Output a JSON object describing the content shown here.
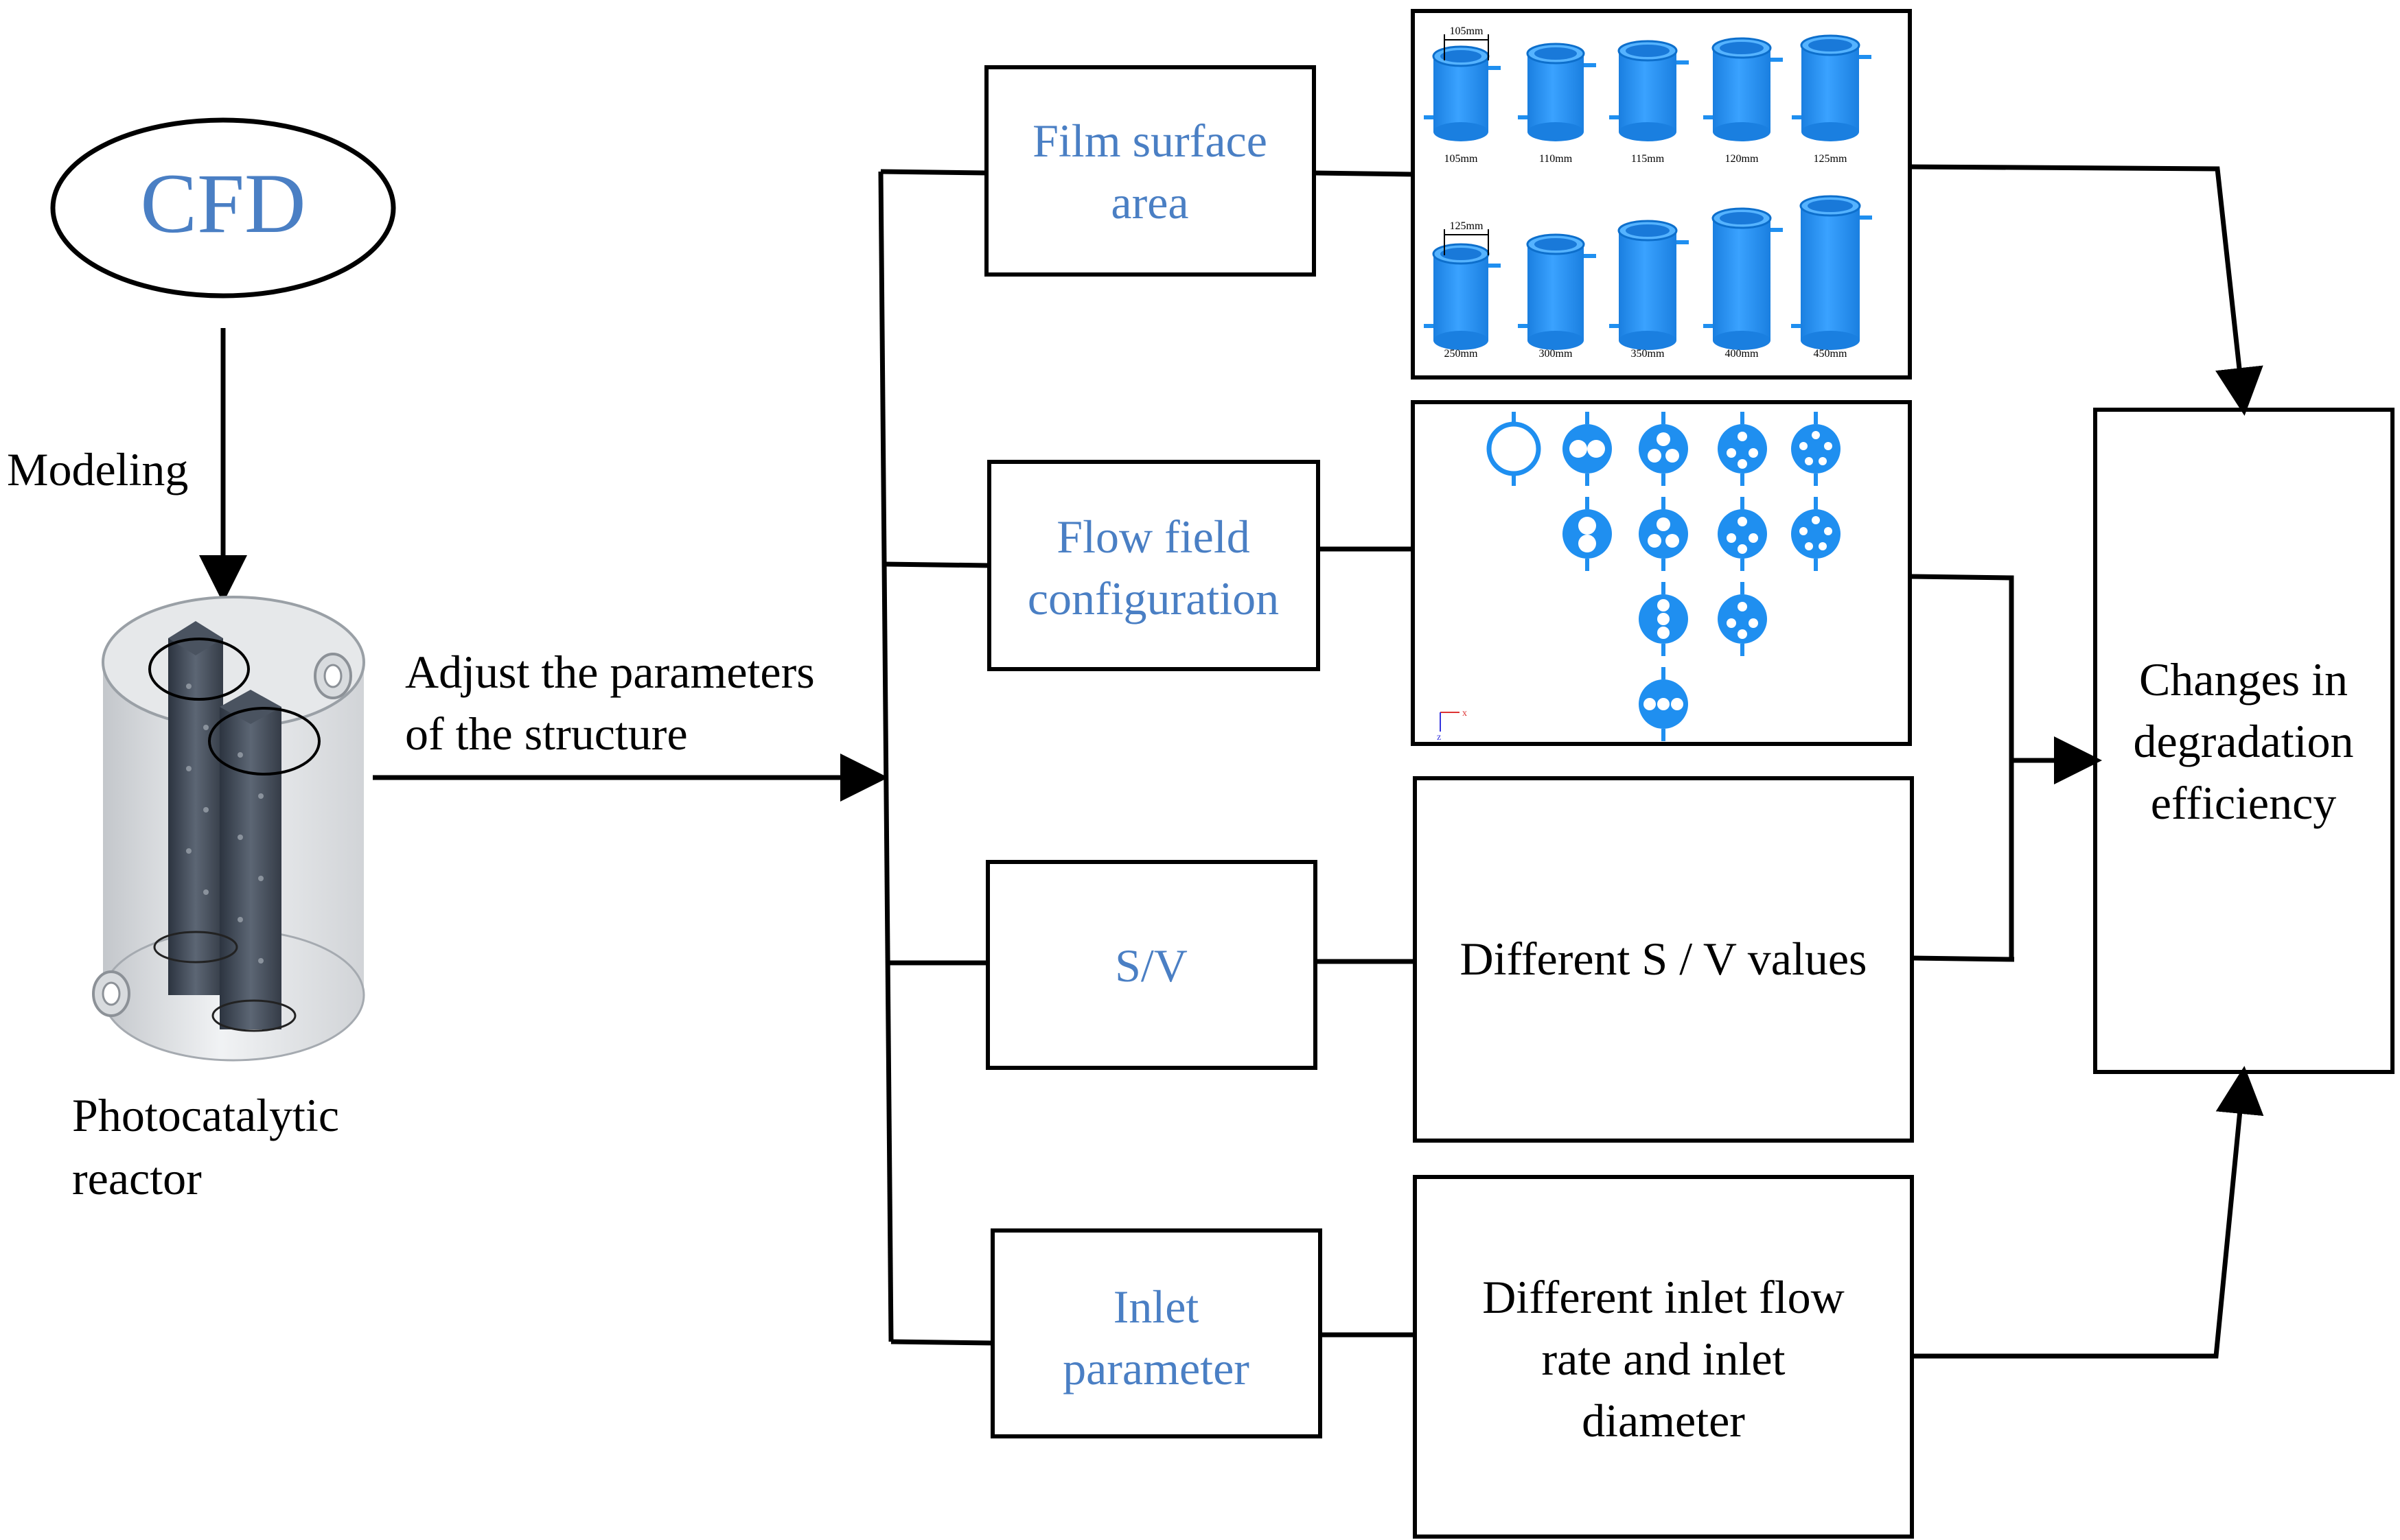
{
  "cfd": {
    "label": "CFD"
  },
  "modeling": {
    "label": "Modeling"
  },
  "reactor": {
    "label_line1": "Photocatalytic",
    "label_line2": "reactor"
  },
  "adjust": {
    "line1": "Adjust the parameters",
    "line2": "of the structure"
  },
  "params": {
    "film": {
      "line1": "Film surface",
      "line2": "area"
    },
    "flow": {
      "line1": "Flow field",
      "line2": "configuration"
    },
    "sv": {
      "line1": "S/V"
    },
    "inlet": {
      "line1": "Inlet",
      "line2": "parameter"
    }
  },
  "details": {
    "film_row1": {
      "dim_label": "105mm",
      "labels": [
        "105mm",
        "110mm",
        "115mm",
        "120mm",
        "125mm"
      ]
    },
    "film_row2": {
      "dim_label": "125mm",
      "labels": [
        "250mm",
        "300mm",
        "350mm",
        "400mm",
        "450mm"
      ]
    },
    "flow_axis": {
      "x": "x",
      "z": "z"
    },
    "sv_text": "Different S / V values",
    "inlet_text": {
      "line1": "Different inlet flow",
      "line2": "rate and inlet",
      "line3": "diameter"
    }
  },
  "result": {
    "line1": "Changes in",
    "line2": "degradation",
    "line3": "efficiency"
  },
  "colors": {
    "title_blue": "#4a7fc4",
    "cylinder_blue": "#1f8ff0"
  }
}
